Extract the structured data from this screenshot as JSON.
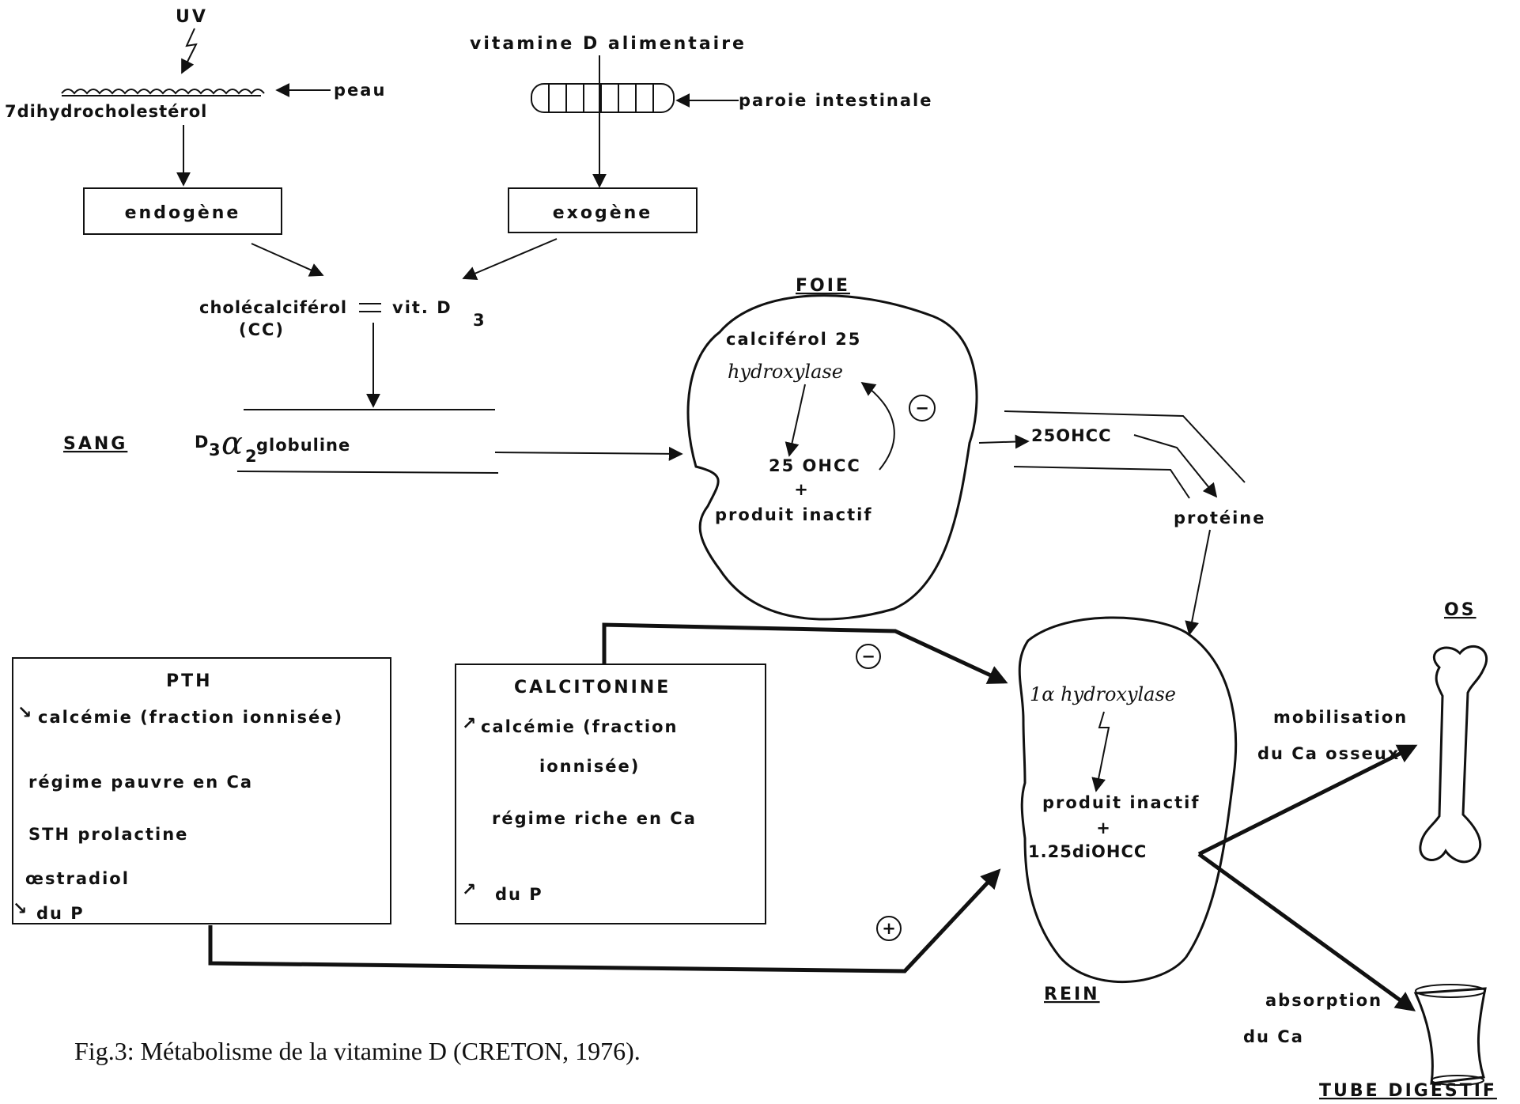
{
  "sources": {
    "uv": "UV",
    "skin": "peau",
    "dehydro": "7dihydrocholestérol",
    "food": "vitamine D alimentaire",
    "intestinal_wall": "paroie intestinale",
    "endogenous": "endogène",
    "exogenous": "exogène"
  },
  "blood": {
    "cholecalciferol": "cholécalciférol",
    "equals_vit": "vit. D",
    "vit_sub": "3",
    "cc": "(CC)",
    "sang": "SANG",
    "d3": "D",
    "d3_sub": "3",
    "alpha": "α",
    "alpha_sub": "2",
    "globulin": "globuline"
  },
  "liver": {
    "title": "FOIE",
    "enzyme1": "calciférol 25",
    "enzyme2": "hydroxylase",
    "product": "25 OHCC",
    "plus": "+",
    "inactive": "produit inactif",
    "minus": "−"
  },
  "transport": {
    "ohcc": "25OHCC",
    "protein": "protéine"
  },
  "pth": {
    "title": "PTH",
    "items": [
      "calcémie (fraction ionnisée)",
      "régime pauvre en Ca",
      "STH prolactine",
      "œstradiol",
      "du P"
    ],
    "plus": "+"
  },
  "calcitonin": {
    "title": "CALCITONINE",
    "line1": "calcémie (fraction",
    "line2": "ionnisée)",
    "line3": "régime riche en Ca",
    "line4": "du P",
    "minus": "−"
  },
  "kidney": {
    "title": "REIN",
    "enzyme": "1α hydroxylase",
    "inactive": "produit inactif",
    "plus": "+",
    "product": "1.25diOHCC"
  },
  "targets": {
    "bone": "OS",
    "mobilisation1": "mobilisation",
    "mobilisation2": "du Ca osseux",
    "gut": "TUBE DIGESTIF",
    "absorption1": "absorption",
    "absorption2": "du Ca"
  },
  "caption": "Fig.3: Métabolisme de la vitamine D (CRETON, 1976)."
}
